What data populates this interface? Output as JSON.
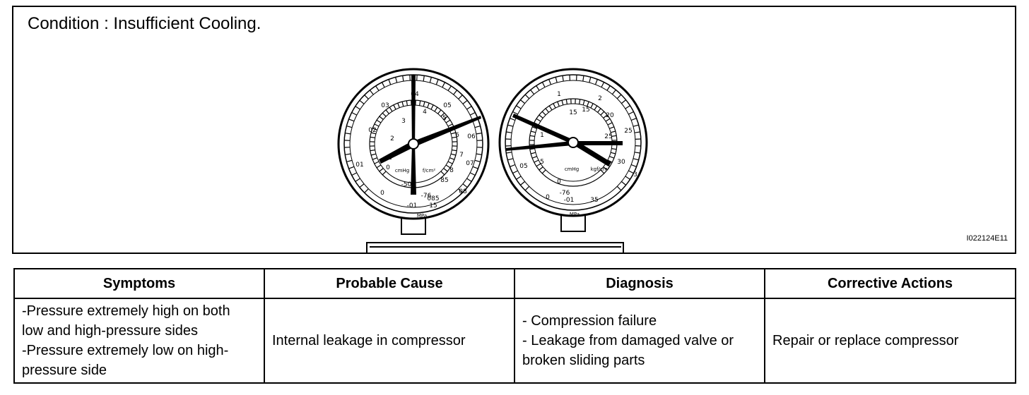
{
  "figure": {
    "condition": "Condition : Insufficient Cooling.",
    "code": "I022124E11",
    "low_gauge": {
      "outer_labels": [
        "0",
        "-01",
        "01",
        "02",
        "03",
        "04",
        "05",
        "06",
        "07",
        "08",
        "085",
        "15"
      ],
      "inner_labels": [
        "0",
        "1",
        "2",
        "3",
        "4",
        "5",
        "6",
        "7",
        "8",
        "85",
        "-50",
        "-76"
      ],
      "unit_left": "cmHg",
      "unit_right": "f/cm²",
      "unit_bottom": "MPa"
    },
    "high_gauge": {
      "outer_labels": [
        "0",
        "-01",
        "05",
        "1",
        "15",
        "2",
        "25",
        "3",
        "35"
      ],
      "inner_labels": [
        "0",
        "5",
        "1",
        "15",
        "20",
        "25",
        "30",
        "-76"
      ],
      "unit_left": "cmHg",
      "unit_right": "kgf/cm²",
      "unit_bottom": "MPa"
    }
  },
  "table": {
    "headers": [
      "Symptoms",
      "Probable Cause",
      "Diagnosis",
      "Corrective Actions"
    ],
    "symptoms": [
      "-Pressure extremely high on both",
      "low and high-pressure sides",
      "-Pressure extremely low on high-",
      "pressure side"
    ],
    "probable_cause": "Internal leakage in compressor",
    "diagnosis": [
      "- Compression failure",
      "- Leakage from damaged valve or",
      "broken sliding parts"
    ],
    "corrective_actions": "Repair or replace compressor"
  }
}
